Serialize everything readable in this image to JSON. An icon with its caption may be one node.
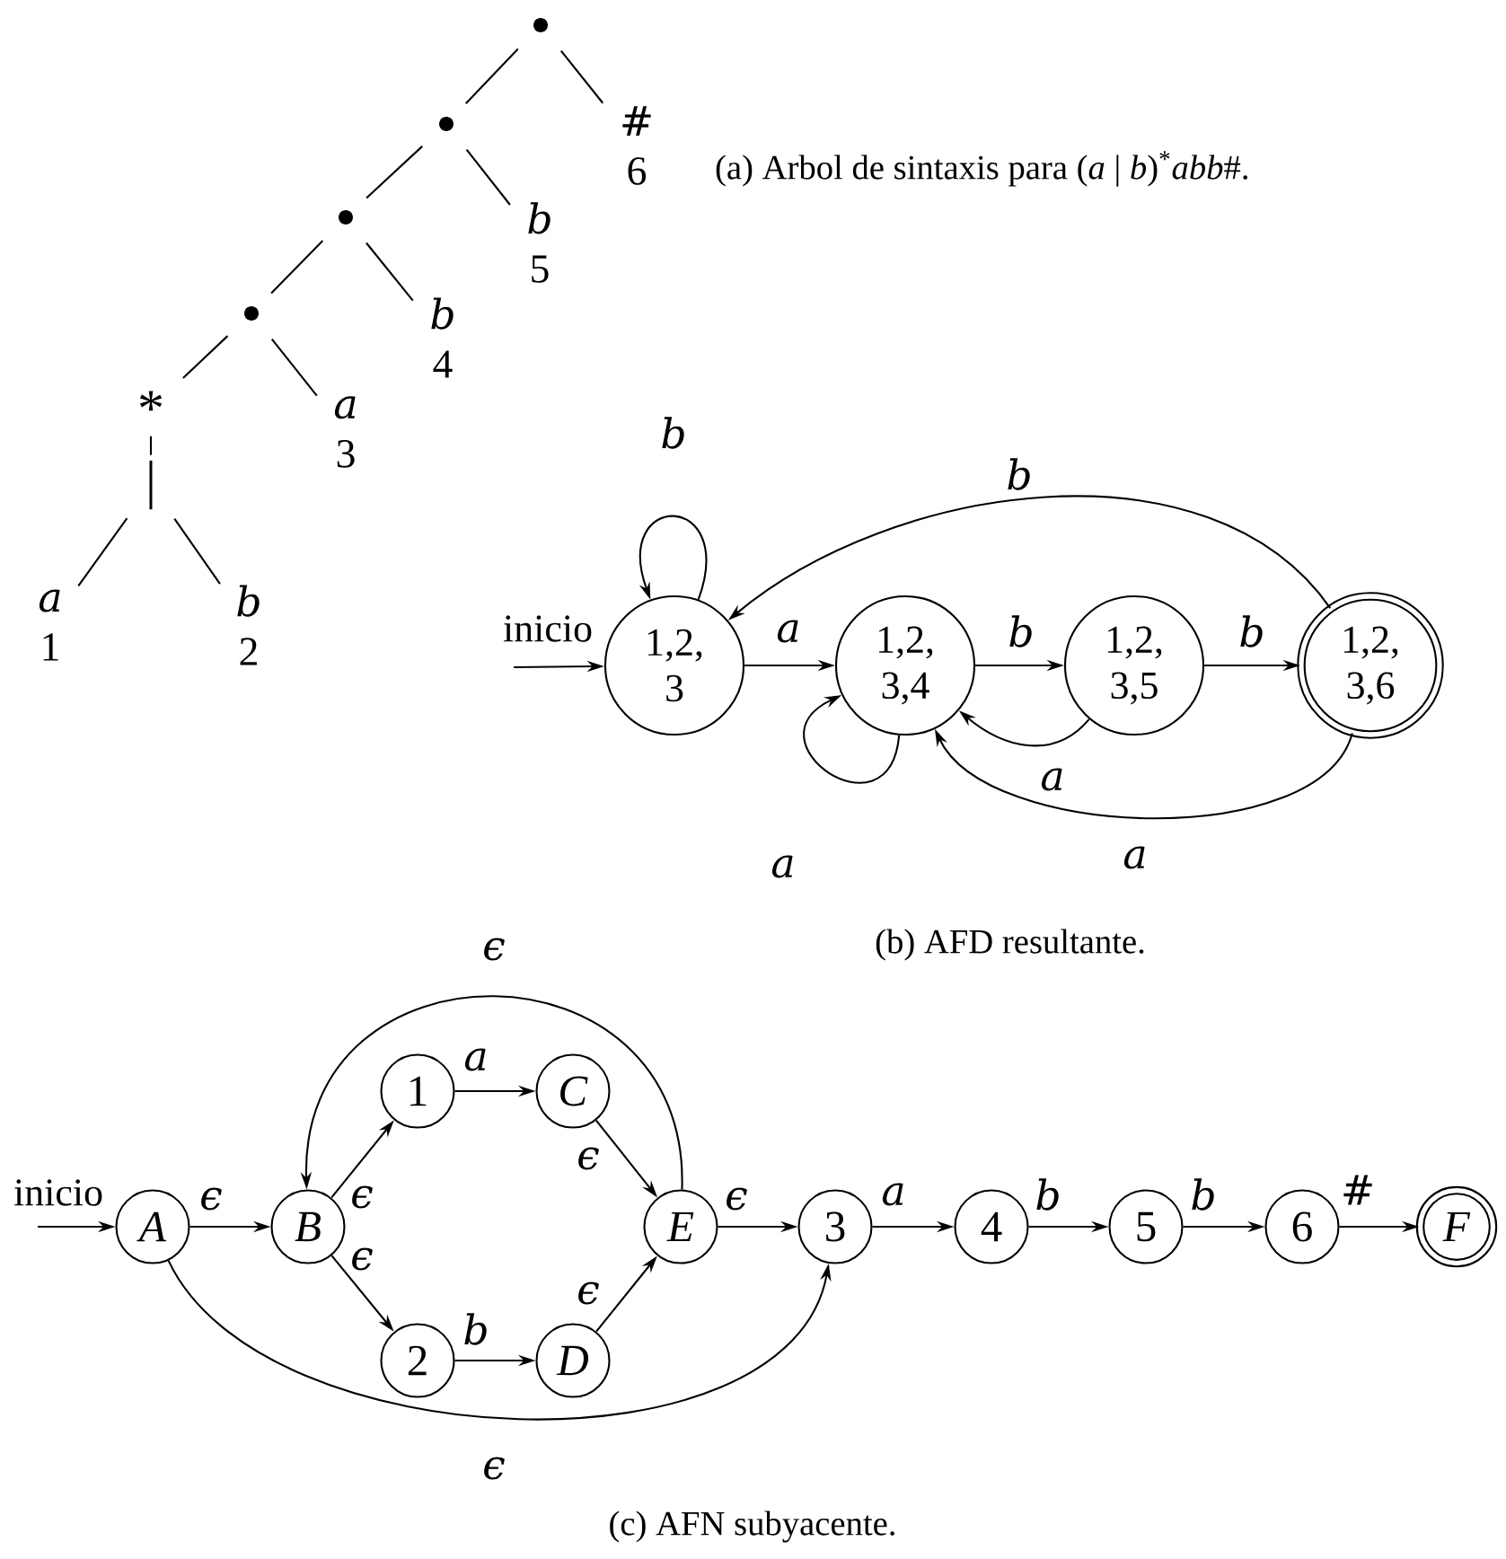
{
  "diagram": {
    "nodes": [
      {
        "text": [],
        "shape": "circle"
      },
      {
        "text": [],
        "shape": "circle"
      },
      {
        "text": [],
        "shape": "circle"
      },
      {
        "text": [],
        "shape": "circle"
      },
      {
        "text": [
          "*"
        ]
      },
      {
        "text": [
          "|"
        ]
      },
      {
        "text": [
          "a",
          "1"
        ]
      },
      {
        "text": [
          "b",
          "2"
        ]
      },
      {
        "text": [
          "a",
          "3"
        ]
      },
      {
        "text": [
          "b",
          "4"
        ]
      },
      {
        "text": [
          "b",
          "5"
        ]
      },
      {
        "text": [
          "#",
          "6"
        ]
      },
      {
        "text": [
          "1,2, 3"
        ]
      },
      {
        "text": [
          "1,2, 3,4"
        ]
      },
      {
        "text": [
          "1,2, 3,5"
        ]
      },
      {
        "text": [
          "1,2, 3,6"
        ]
      },
      {
        "text": [
          "*A*"
        ]
      },
      {
        "text": [
          "*B*"
        ]
      },
      {
        "text": [
          "1"
        ]
      },
      {
        "text": [
          "*C*"
        ]
      },
      {
        "text": [
          "2"
        ]
      },
      {
        "text": [
          "*D*"
        ]
      },
      {
        "text": [
          "*E*"
        ]
      },
      {
        "text": [
          "3"
        ]
      },
      {
        "text": [
          "4"
        ]
      },
      {
        "text": [
          "5"
        ]
      },
      {
        "text": [
          "6"
        ]
      },
      {
        "text": [
          "*F*"
        ]
      }
    ],
    "edges": [
      {
        "from": 0,
        "to": 1,
        "arrow": "none"
      },
      {
        "from": 0,
        "to": 11,
        "arrow": "none"
      },
      {
        "from": 1,
        "to": 2,
        "arrow": "none"
      },
      {
        "from": 1,
        "to": 10,
        "arrow": "none"
      },
      {
        "from": 2,
        "to": 3,
        "arrow": "none"
      },
      {
        "from": 2,
        "to": 9,
        "arrow": "none"
      },
      {
        "from": 3,
        "to": 4,
        "arrow": "none"
      },
      {
        "from": 3,
        "to": 8,
        "arrow": "none"
      },
      {
        "from": 4,
        "to": 5,
        "arrow": "none"
      },
      {
        "from": 5,
        "to": 6,
        "arrow": "none"
      },
      {
        "from": 5,
        "to": 7,
        "arrow": "none"
      },
      {
        "from": null,
        "to": 12,
        "arrow": "to",
        "label": "inicio"
      },
      {
        "from": 12,
        "to": 12,
        "arrow": "to",
        "label": "b"
      },
      {
        "from": 12,
        "to": 13,
        "arrow": "to",
        "label": "a"
      },
      {
        "from": 13,
        "to": 14,
        "arrow": "to",
        "label": "b"
      },
      {
        "from": 14,
        "to": 15,
        "arrow": "to",
        "label": "b"
      },
      {
        "from": 15,
        "to": 12,
        "arrow": "to",
        "label": "b"
      },
      {
        "from": 14,
        "to": 13,
        "arrow": "to",
        "label": "a"
      },
      {
        "from": 15,
        "to": 13,
        "arrow": "to",
        "label": "a"
      },
      {
        "from": 13,
        "to": 13,
        "arrow": "to",
        "label": "a"
      },
      {
        "from": null,
        "to": 16,
        "arrow": "to",
        "label": "inicio"
      },
      {
        "from": 16,
        "to": 17,
        "arrow": "to",
        "label": "ϵ"
      },
      {
        "from": 17,
        "to": 18,
        "arrow": "to",
        "label": "ϵ"
      },
      {
        "from": 17,
        "to": 20,
        "arrow": "to",
        "label": "ϵ"
      },
      {
        "from": 18,
        "to": 19,
        "arrow": "to",
        "label": "a"
      },
      {
        "from": 20,
        "to": 21,
        "arrow": "to",
        "label": "b"
      },
      {
        "from": 19,
        "to": 22,
        "arrow": "to",
        "label": "ϵ"
      },
      {
        "from": 21,
        "to": 22,
        "arrow": "to",
        "label": "ϵ"
      },
      {
        "from": 22,
        "to": 17,
        "arrow": "to",
        "label": "ϵ"
      },
      {
        "from": 22,
        "to": 23,
        "arrow": "to",
        "label": "ϵ"
      },
      {
        "from": 16,
        "to": 23,
        "arrow": "to",
        "label": "ϵ"
      },
      {
        "from": 23,
        "to": 24,
        "arrow": "to",
        "label": "a"
      },
      {
        "from": 24,
        "to": 25,
        "arrow": "to",
        "label": "b"
      },
      {
        "from": 25,
        "to": 26,
        "arrow": "to",
        "label": "b"
      },
      {
        "from": 26,
        "to": 27,
        "arrow": "to",
        "label": "#"
      }
    ],
    "labels": [
      "(a)  Arbol de sintaxis para (*a* | *b*)$^{*}$*abb*#.",
      "(b)  AFD resultante.",
      "(c)  AFN subyacente."
    ]
  }
}
